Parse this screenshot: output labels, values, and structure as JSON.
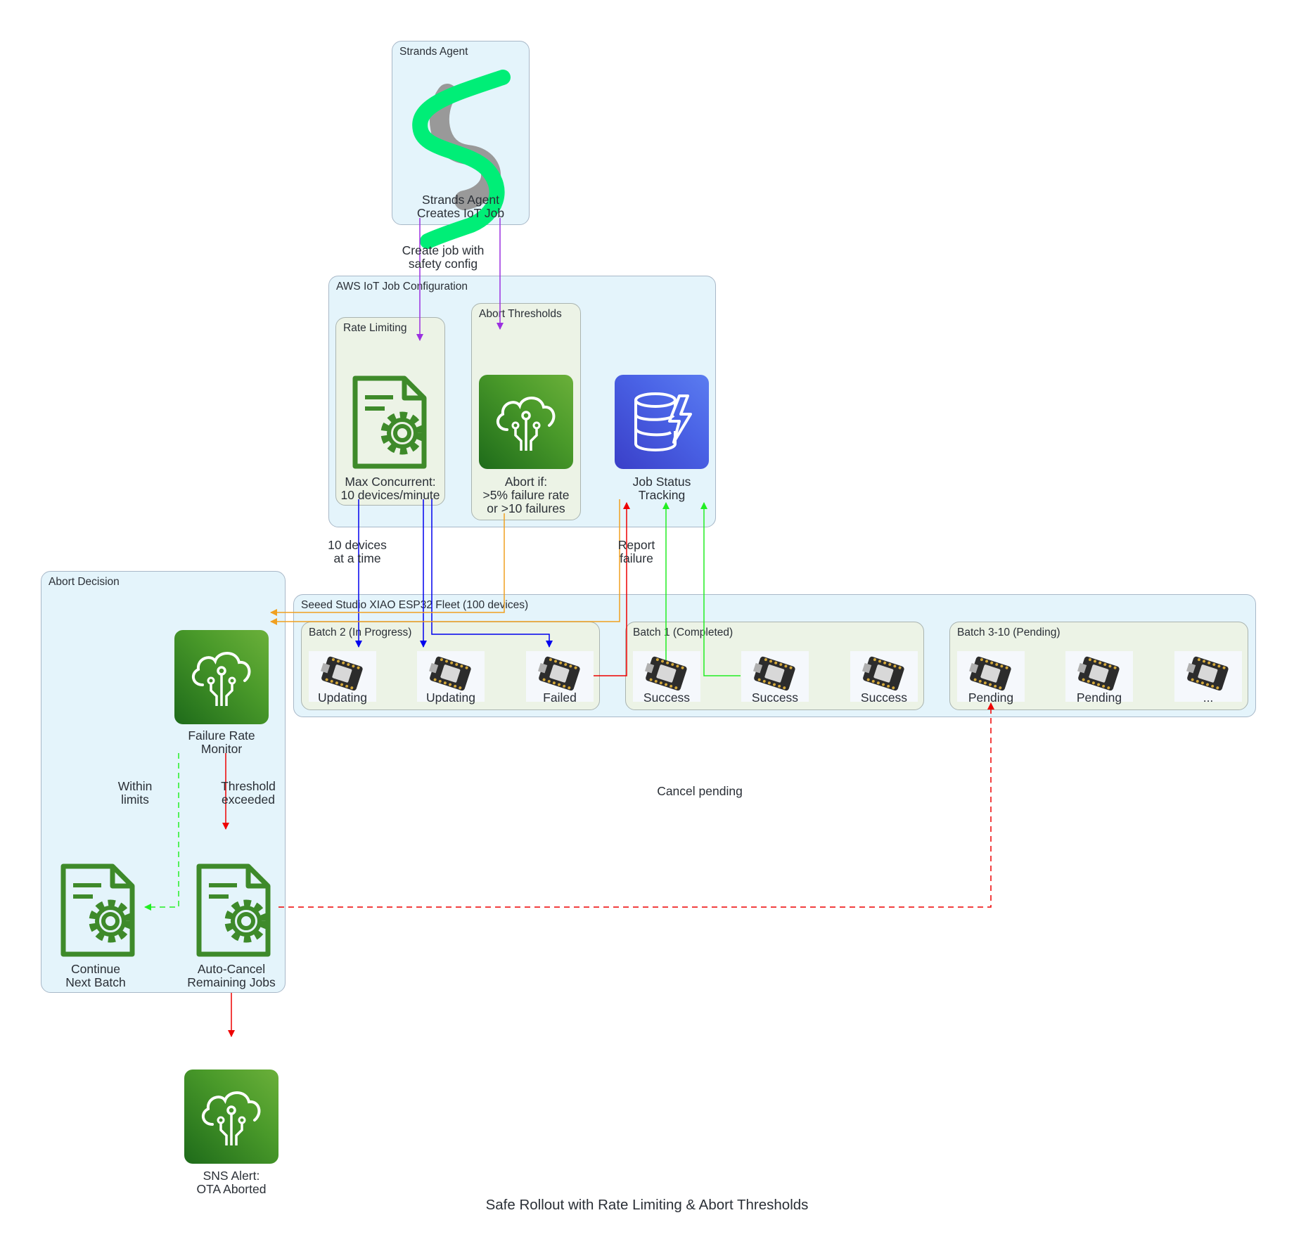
{
  "title": "Safe Rollout with Rate Limiting & Abort Thresholds",
  "clusters": {
    "strands_agent": "Strands Agent",
    "iot_job_config": "AWS IoT Job Configuration",
    "rate_limiting": "Rate Limiting",
    "abort_thresholds": "Abort Thresholds",
    "abort_decision": "Abort Decision",
    "fleet": "Seeed Studio XIAO ESP32 Fleet (100 devices)",
    "batch2": "Batch 2 (In Progress)",
    "batch1": "Batch 1 (Completed)",
    "batch3_10": "Batch 3-10 (Pending)"
  },
  "nodes": {
    "strands_agent": "Strands Agent\nCreates IoT Job",
    "max_concurrent": "Max Concurrent:\n10 devices/minute",
    "abort_if": "Abort if:\n>5% failure rate\nor >10 failures",
    "job_status": "Job Status\nTracking",
    "failure_monitor": "Failure Rate\nMonitor",
    "continue_batch": "Continue\nNext Batch",
    "auto_cancel": "Auto-Cancel\nRemaining Jobs",
    "sns_alert": "SNS Alert:\nOTA Aborted",
    "batch2_devices": [
      "Updating",
      "Updating",
      "Failed"
    ],
    "batch1_devices": [
      "Success",
      "Success",
      "Success"
    ],
    "batch3_devices": [
      "Pending",
      "Pending",
      "..."
    ]
  },
  "edge_labels": {
    "create_job": "Create job with\nsafety config",
    "ten_devices": "10 devices\nat a time",
    "report_failure": "Report\nfailure",
    "within_limits": "Within\nlimits",
    "threshold_exceeded": "Threshold\nexceeded",
    "cancel_pending": "Cancel pending"
  },
  "colors": {
    "purple": "#9b30e0",
    "blue": "#0000ee",
    "orange": "#f0a020",
    "red": "#ee0000",
    "green": "#22ee22",
    "strands_green": "#00ee77",
    "strands_gray": "#999999"
  },
  "icons": {
    "strands": "strands-logo-icon",
    "document_gear": "document-gear-icon",
    "iot_cloud": "iot-cloud-icon",
    "dynamodb": "database-lightning-icon",
    "board": "xiao-esp32-board-icon"
  }
}
